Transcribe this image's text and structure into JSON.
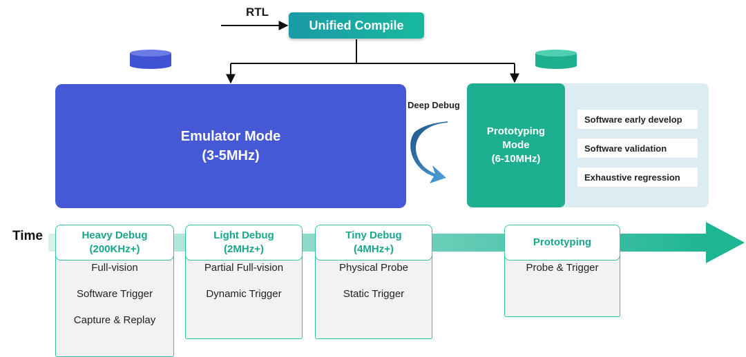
{
  "compile": {
    "input_label": "RTL",
    "title": "Unified Compile"
  },
  "emulator": {
    "title": "Emulator Mode",
    "freq": "(3-5MHz)",
    "color": "#4559d6"
  },
  "transition": {
    "label": "Deep Debug"
  },
  "prototyping": {
    "line1": "Prototyping",
    "line2": "Mode",
    "freq": "(6-10MHz)",
    "color": "#1eaf91",
    "uses": [
      "Software early develop",
      "Software validation",
      "Exhaustive regression"
    ]
  },
  "timeline": {
    "label": "Time",
    "stages": [
      {
        "title": "Heavy Debug",
        "sub": "(200KHz+)",
        "features": [
          "Full-vision",
          "Software Trigger",
          "Capture & Replay"
        ]
      },
      {
        "title": "Light Debug",
        "sub": "(2MHz+)",
        "features": [
          "Partial Full-vision",
          "Dynamic Trigger"
        ]
      },
      {
        "title": "Tiny Debug",
        "sub": "(4MHz+)",
        "features": [
          "Physical Probe",
          "Static Trigger"
        ]
      },
      {
        "title": "Prototyping",
        "sub": "",
        "features": [
          "Probe & Trigger"
        ]
      }
    ]
  }
}
